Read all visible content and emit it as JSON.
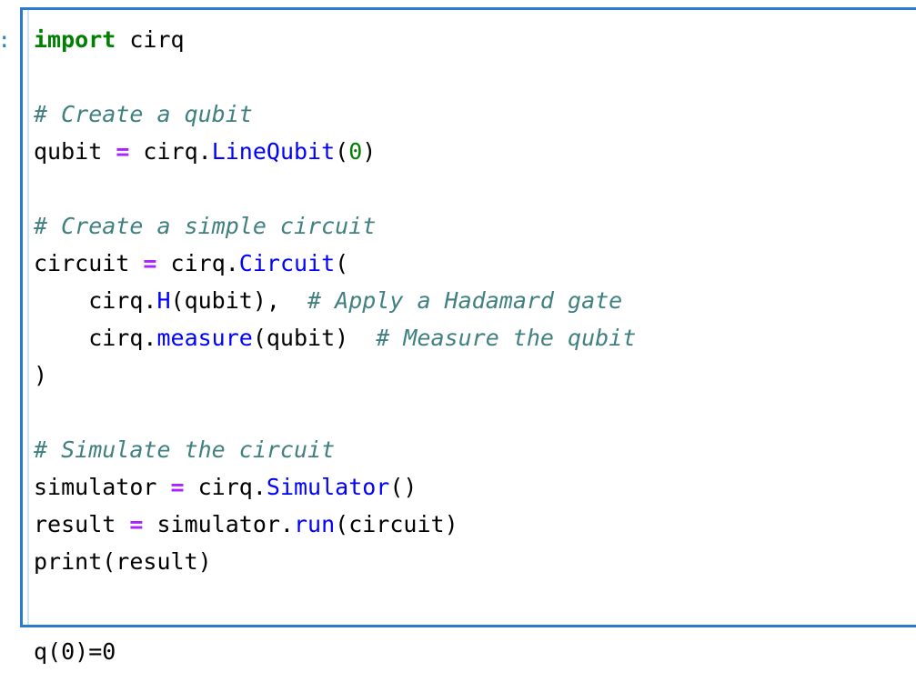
{
  "cell": {
    "prompt": ":",
    "language": "python",
    "border_color": "#2a7ad0",
    "background": "#ffffff",
    "code_lines": [
      [
        {
          "t": "import",
          "c": "kw"
        },
        {
          "t": " cirq",
          "c": "plain"
        }
      ],
      [],
      [
        {
          "t": "# Create a qubit",
          "c": "comment"
        }
      ],
      [
        {
          "t": "qubit ",
          "c": "plain"
        },
        {
          "t": "=",
          "c": "op"
        },
        {
          "t": " cirq.",
          "c": "plain"
        },
        {
          "t": "LineQubit",
          "c": "name"
        },
        {
          "t": "(",
          "c": "plain"
        },
        {
          "t": "0",
          "c": "num"
        },
        {
          "t": ")",
          "c": "plain"
        }
      ],
      [],
      [
        {
          "t": "# Create a simple circuit",
          "c": "comment"
        }
      ],
      [
        {
          "t": "circuit ",
          "c": "plain"
        },
        {
          "t": "=",
          "c": "op"
        },
        {
          "t": " cirq.",
          "c": "plain"
        },
        {
          "t": "Circuit",
          "c": "name"
        },
        {
          "t": "(",
          "c": "plain"
        }
      ],
      [
        {
          "t": "    cirq.",
          "c": "plain"
        },
        {
          "t": "H",
          "c": "name"
        },
        {
          "t": "(qubit),  ",
          "c": "plain"
        },
        {
          "t": "# Apply a Hadamard gate",
          "c": "comment"
        }
      ],
      [
        {
          "t": "    cirq.",
          "c": "plain"
        },
        {
          "t": "measure",
          "c": "name"
        },
        {
          "t": "(qubit)  ",
          "c": "plain"
        },
        {
          "t": "# Measure the qubit",
          "c": "comment"
        }
      ],
      [
        {
          "t": ")",
          "c": "plain"
        }
      ],
      [],
      [
        {
          "t": "# Simulate the circuit",
          "c": "comment"
        }
      ],
      [
        {
          "t": "simulator ",
          "c": "plain"
        },
        {
          "t": "=",
          "c": "op"
        },
        {
          "t": " cirq.",
          "c": "plain"
        },
        {
          "t": "Simulator",
          "c": "name"
        },
        {
          "t": "()",
          "c": "plain"
        }
      ],
      [
        {
          "t": "result ",
          "c": "plain"
        },
        {
          "t": "=",
          "c": "op"
        },
        {
          "t": " simulator.",
          "c": "plain"
        },
        {
          "t": "run",
          "c": "name"
        },
        {
          "t": "(circuit)",
          "c": "plain"
        }
      ],
      [
        {
          "t": "print(result)",
          "c": "plain"
        }
      ]
    ]
  },
  "output": {
    "lines": [
      "q(0)=0"
    ]
  },
  "colors": {
    "keyword": "#008000",
    "comment": "#408080",
    "operator": "#aa22ff",
    "name": "#0000ff",
    "number": "#008000",
    "text": "#000000",
    "cell_border": "#2a7ad0",
    "prompt": "#307fc1"
  }
}
